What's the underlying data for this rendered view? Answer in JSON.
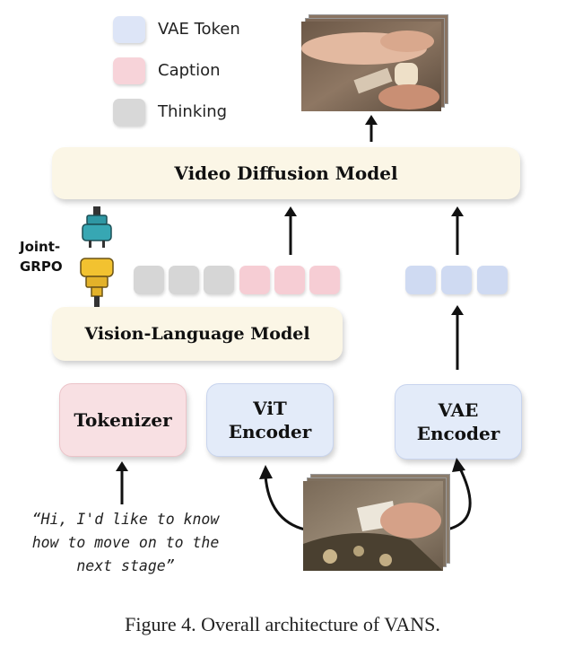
{
  "legend": {
    "items": [
      {
        "label": "VAE Token",
        "color": "#dde5f7"
      },
      {
        "label": "Caption",
        "color": "#f7d3d9"
      },
      {
        "label": "Thinking",
        "color": "#d8d8d8"
      }
    ]
  },
  "diagram": {
    "video_diffusion_model": "Video Diffusion Model",
    "vision_language_model": "Vision-Language Model",
    "tokenizer": "Tokenizer",
    "vit_encoder": {
      "line1": "ViT",
      "line2": "Encoder"
    },
    "vae_encoder": {
      "line1": "VAE",
      "line2": "Encoder"
    },
    "joint_grpo": {
      "line1": "Joint-",
      "line2": "GRPO"
    },
    "input_text": {
      "line1": "“Hi, I'd like to know",
      "line2": "how to move on to the",
      "line3": "next stage”"
    }
  },
  "figure_caption": "Figure 4. Overall architecture of VANS.",
  "colors": {
    "cream_box": "#fbf6e6",
    "pink_box": "#f8e0e3",
    "blue_box": "#e3ebf9",
    "thinking_token": "#d6d6d6",
    "caption_token": "#f6cdd4",
    "vae_token": "#cfdaf2"
  }
}
